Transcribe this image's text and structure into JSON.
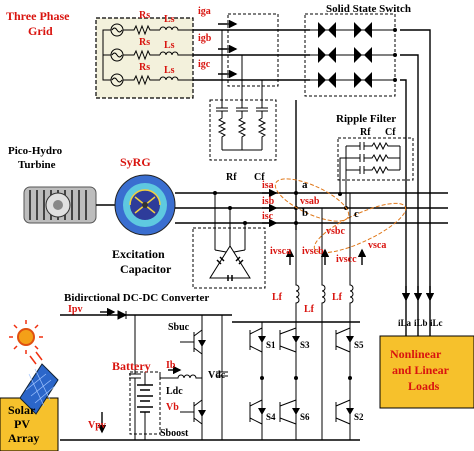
{
  "labels": {
    "grid": [
      "Three Phase",
      "Grid"
    ],
    "rs": "Rs",
    "ls": "Ls",
    "iga": "iga",
    "igb": "igb",
    "igc": "igc",
    "solid_state_switch": "Solid State Switch",
    "ripple_filter": "Ripple Filter",
    "rf_top": "Rf",
    "cf_top": "Cf",
    "rf_mid": "Rf",
    "cf_mid": "Cf",
    "pico_hydro": [
      "Pico-Hydro",
      "Turbine"
    ],
    "syrg": "SyRG",
    "phase_a": "a",
    "phase_b": "b",
    "phase_c": "c",
    "isa": "isa",
    "isb": "isb",
    "isc": "isc",
    "vsab": "vsab",
    "vsbc": "vsbc",
    "vsca": "vsca",
    "ivsca": "ivsca",
    "ivscb": "ivscb",
    "ivscc": "ivscc",
    "excitation": [
      "Excitation",
      "Capacitor"
    ],
    "converter": "Bidirctional DC-DC Converter",
    "ipv": "Ipv",
    "sbuc": "Sbuc",
    "battery": "Battery",
    "ib": "Ib",
    "ldc": "Ldc",
    "vb": "Vb",
    "vdc": "Vdc",
    "vpv": "Vpv",
    "sboost": "Sboost",
    "lf1": "Lf",
    "lf2": "Lf",
    "lf3": "Lf",
    "s1": "S1",
    "s2": "S2",
    "s3": "S3",
    "s4": "S4",
    "s5": "S5",
    "s6": "S6",
    "ila": "iLa",
    "ilb": "iLb",
    "ilc": "iLc",
    "load": [
      "Nonlinear",
      "and Linear",
      "Loads"
    ],
    "solar": [
      "Solar",
      "PV",
      "Array"
    ]
  },
  "colors": {
    "label_red": "#d9140f",
    "load_box": "#f6c12c",
    "grid_box": "#f3f1dc",
    "solar_box": "#f6c12c",
    "panel_blue": "#2b66c9"
  }
}
